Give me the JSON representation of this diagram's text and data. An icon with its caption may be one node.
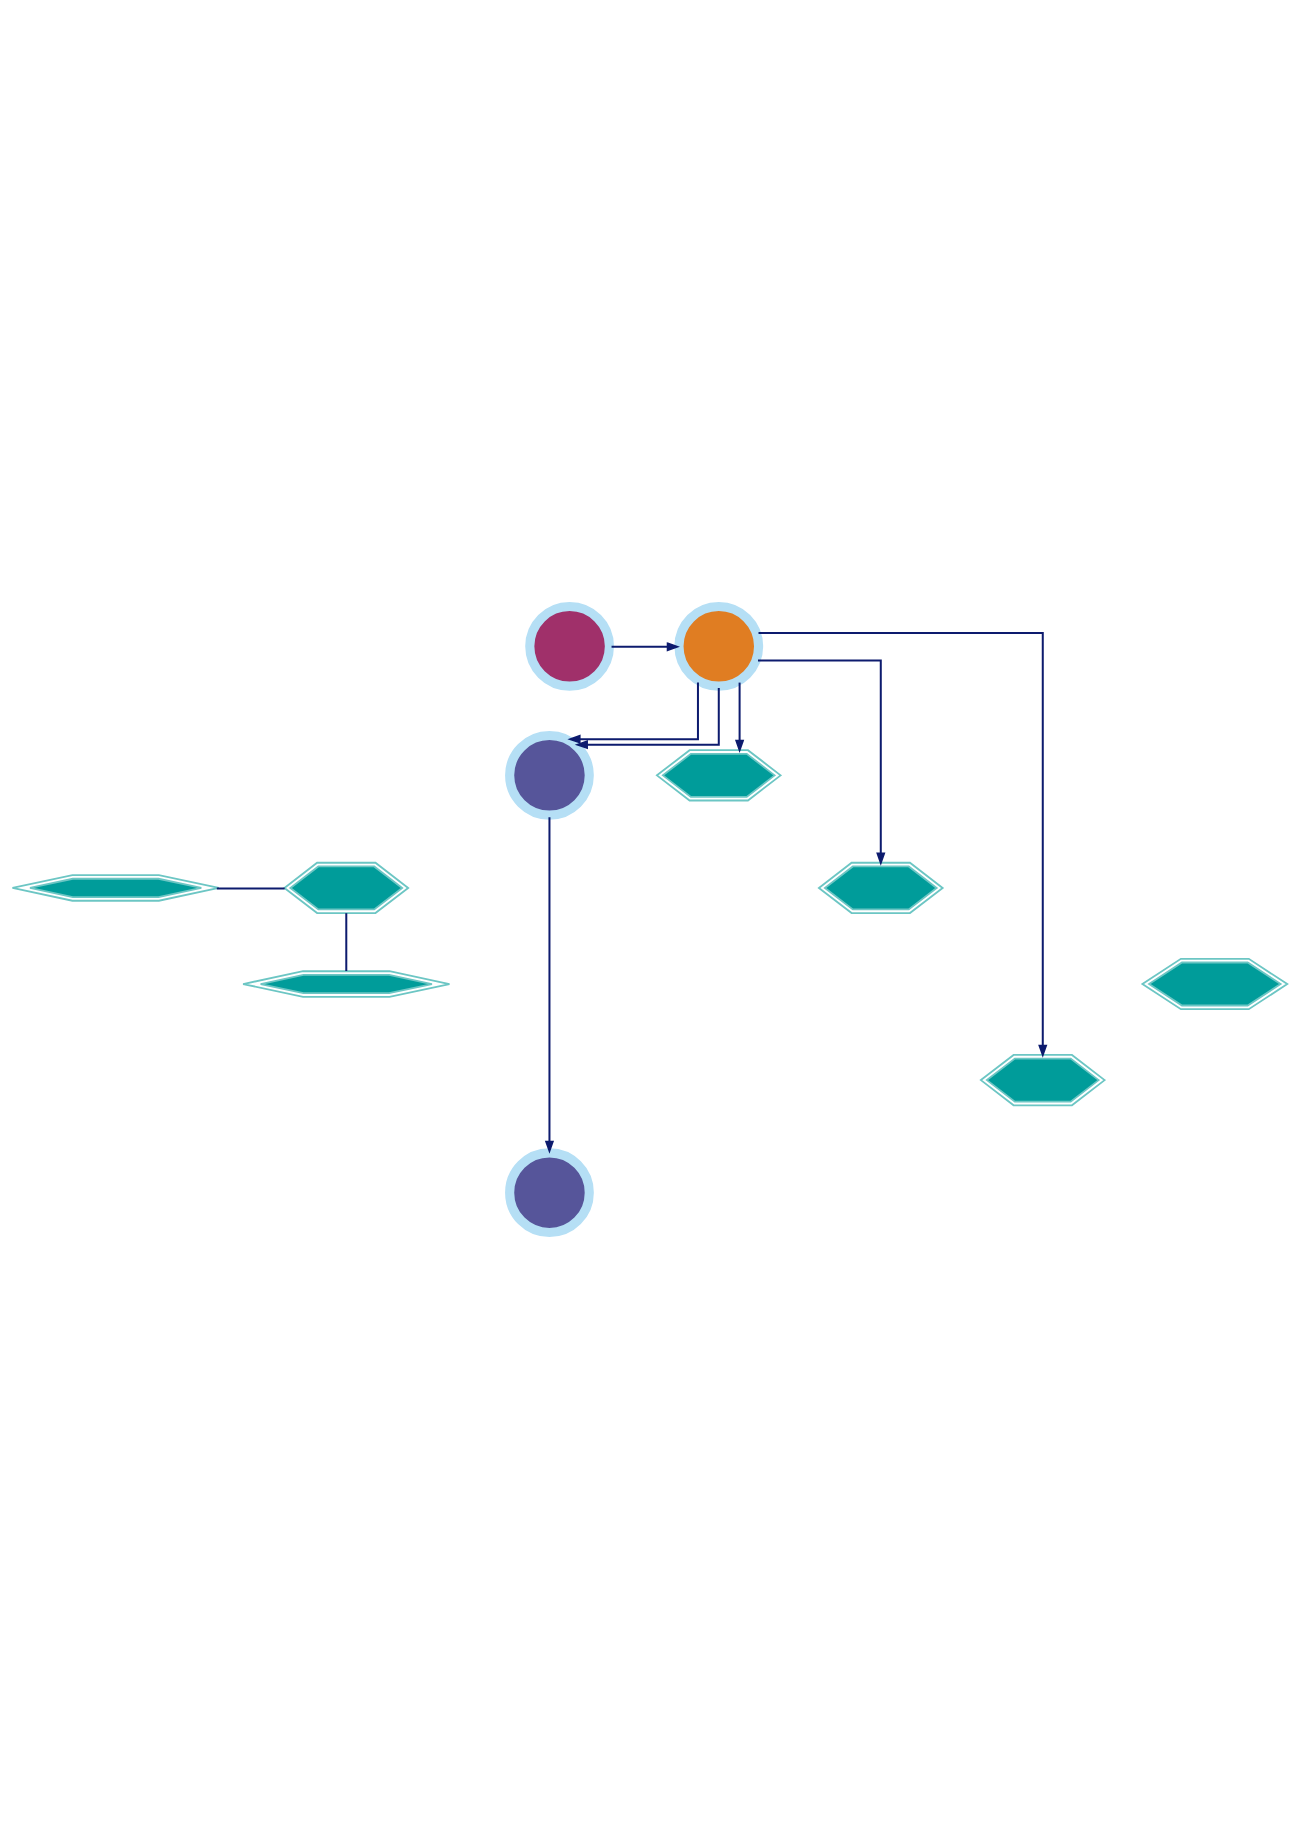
{
  "diagram": {
    "nodes": [
      {
        "text": [],
        "shape": "circle"
      },
      {
        "text": [],
        "shape": "circle"
      },
      {
        "text": [],
        "shape": "circle"
      },
      {
        "text": [],
        "shape": "hexagon"
      },
      {
        "text": [],
        "shape": "hexagon"
      },
      {
        "text": [],
        "shape": "hexagon"
      },
      {
        "text": [],
        "shape": "hexagon"
      },
      {
        "text": [],
        "shape": "hexagon"
      },
      {
        "text": [],
        "shape": "hexagon"
      },
      {
        "text": [],
        "shape": "hexagon"
      },
      {
        "text": [],
        "shape": "circle"
      }
    ],
    "edges": [
      {
        "from": 0,
        "to": 1,
        "arrow": "to"
      },
      {
        "from": 1,
        "to": 2,
        "arrow": "to"
      },
      {
        "from": 1,
        "to": 3,
        "arrow": "to"
      },
      {
        "from": 1,
        "to": 6,
        "arrow": "to"
      },
      {
        "from": 1,
        "to": 9,
        "arrow": "to"
      },
      {
        "from": 1,
        "to": 2,
        "arrow": "to"
      },
      {
        "from": 2,
        "to": 10,
        "arrow": "to"
      },
      {
        "from": 4,
        "to": 5,
        "arrow": "none"
      },
      {
        "from": 5,
        "to": 7,
        "arrow": "none"
      }
    ]
  }
}
